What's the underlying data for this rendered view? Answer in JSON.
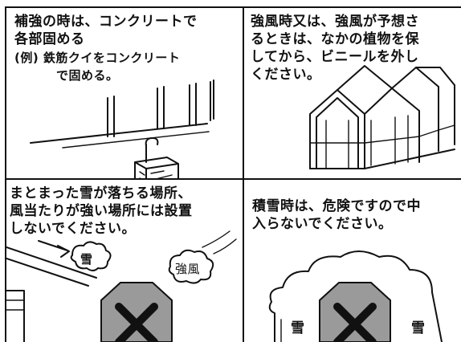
{
  "panel1": {
    "lines": [
      "補強の時は、コンクリートで",
      "各部固める"
    ],
    "example_lines": [
      "(例) 鉄筋クイをコンクリート",
      "で固める。"
    ]
  },
  "panel2": {
    "lines": [
      "強風時又は、強風が予想さ",
      "るときは、なかの植物を保",
      "してから、ビニールを外し",
      "ください。"
    ]
  },
  "panel3": {
    "lines": [
      "まとまった雪が落ちる場所、",
      "風当たりが強い場所には設置",
      "しないでください。"
    ],
    "snow_label": "雪",
    "wind_label": "強風"
  },
  "panel4": {
    "lines": [
      "積雪時は、危険ですので中",
      "入らないでください。"
    ],
    "snow_left": "雪",
    "snow_right": "雪"
  },
  "colors": {
    "ink": "#111111",
    "prohibit_fill": "#9a9a9a",
    "paper": "#ffffff"
  }
}
